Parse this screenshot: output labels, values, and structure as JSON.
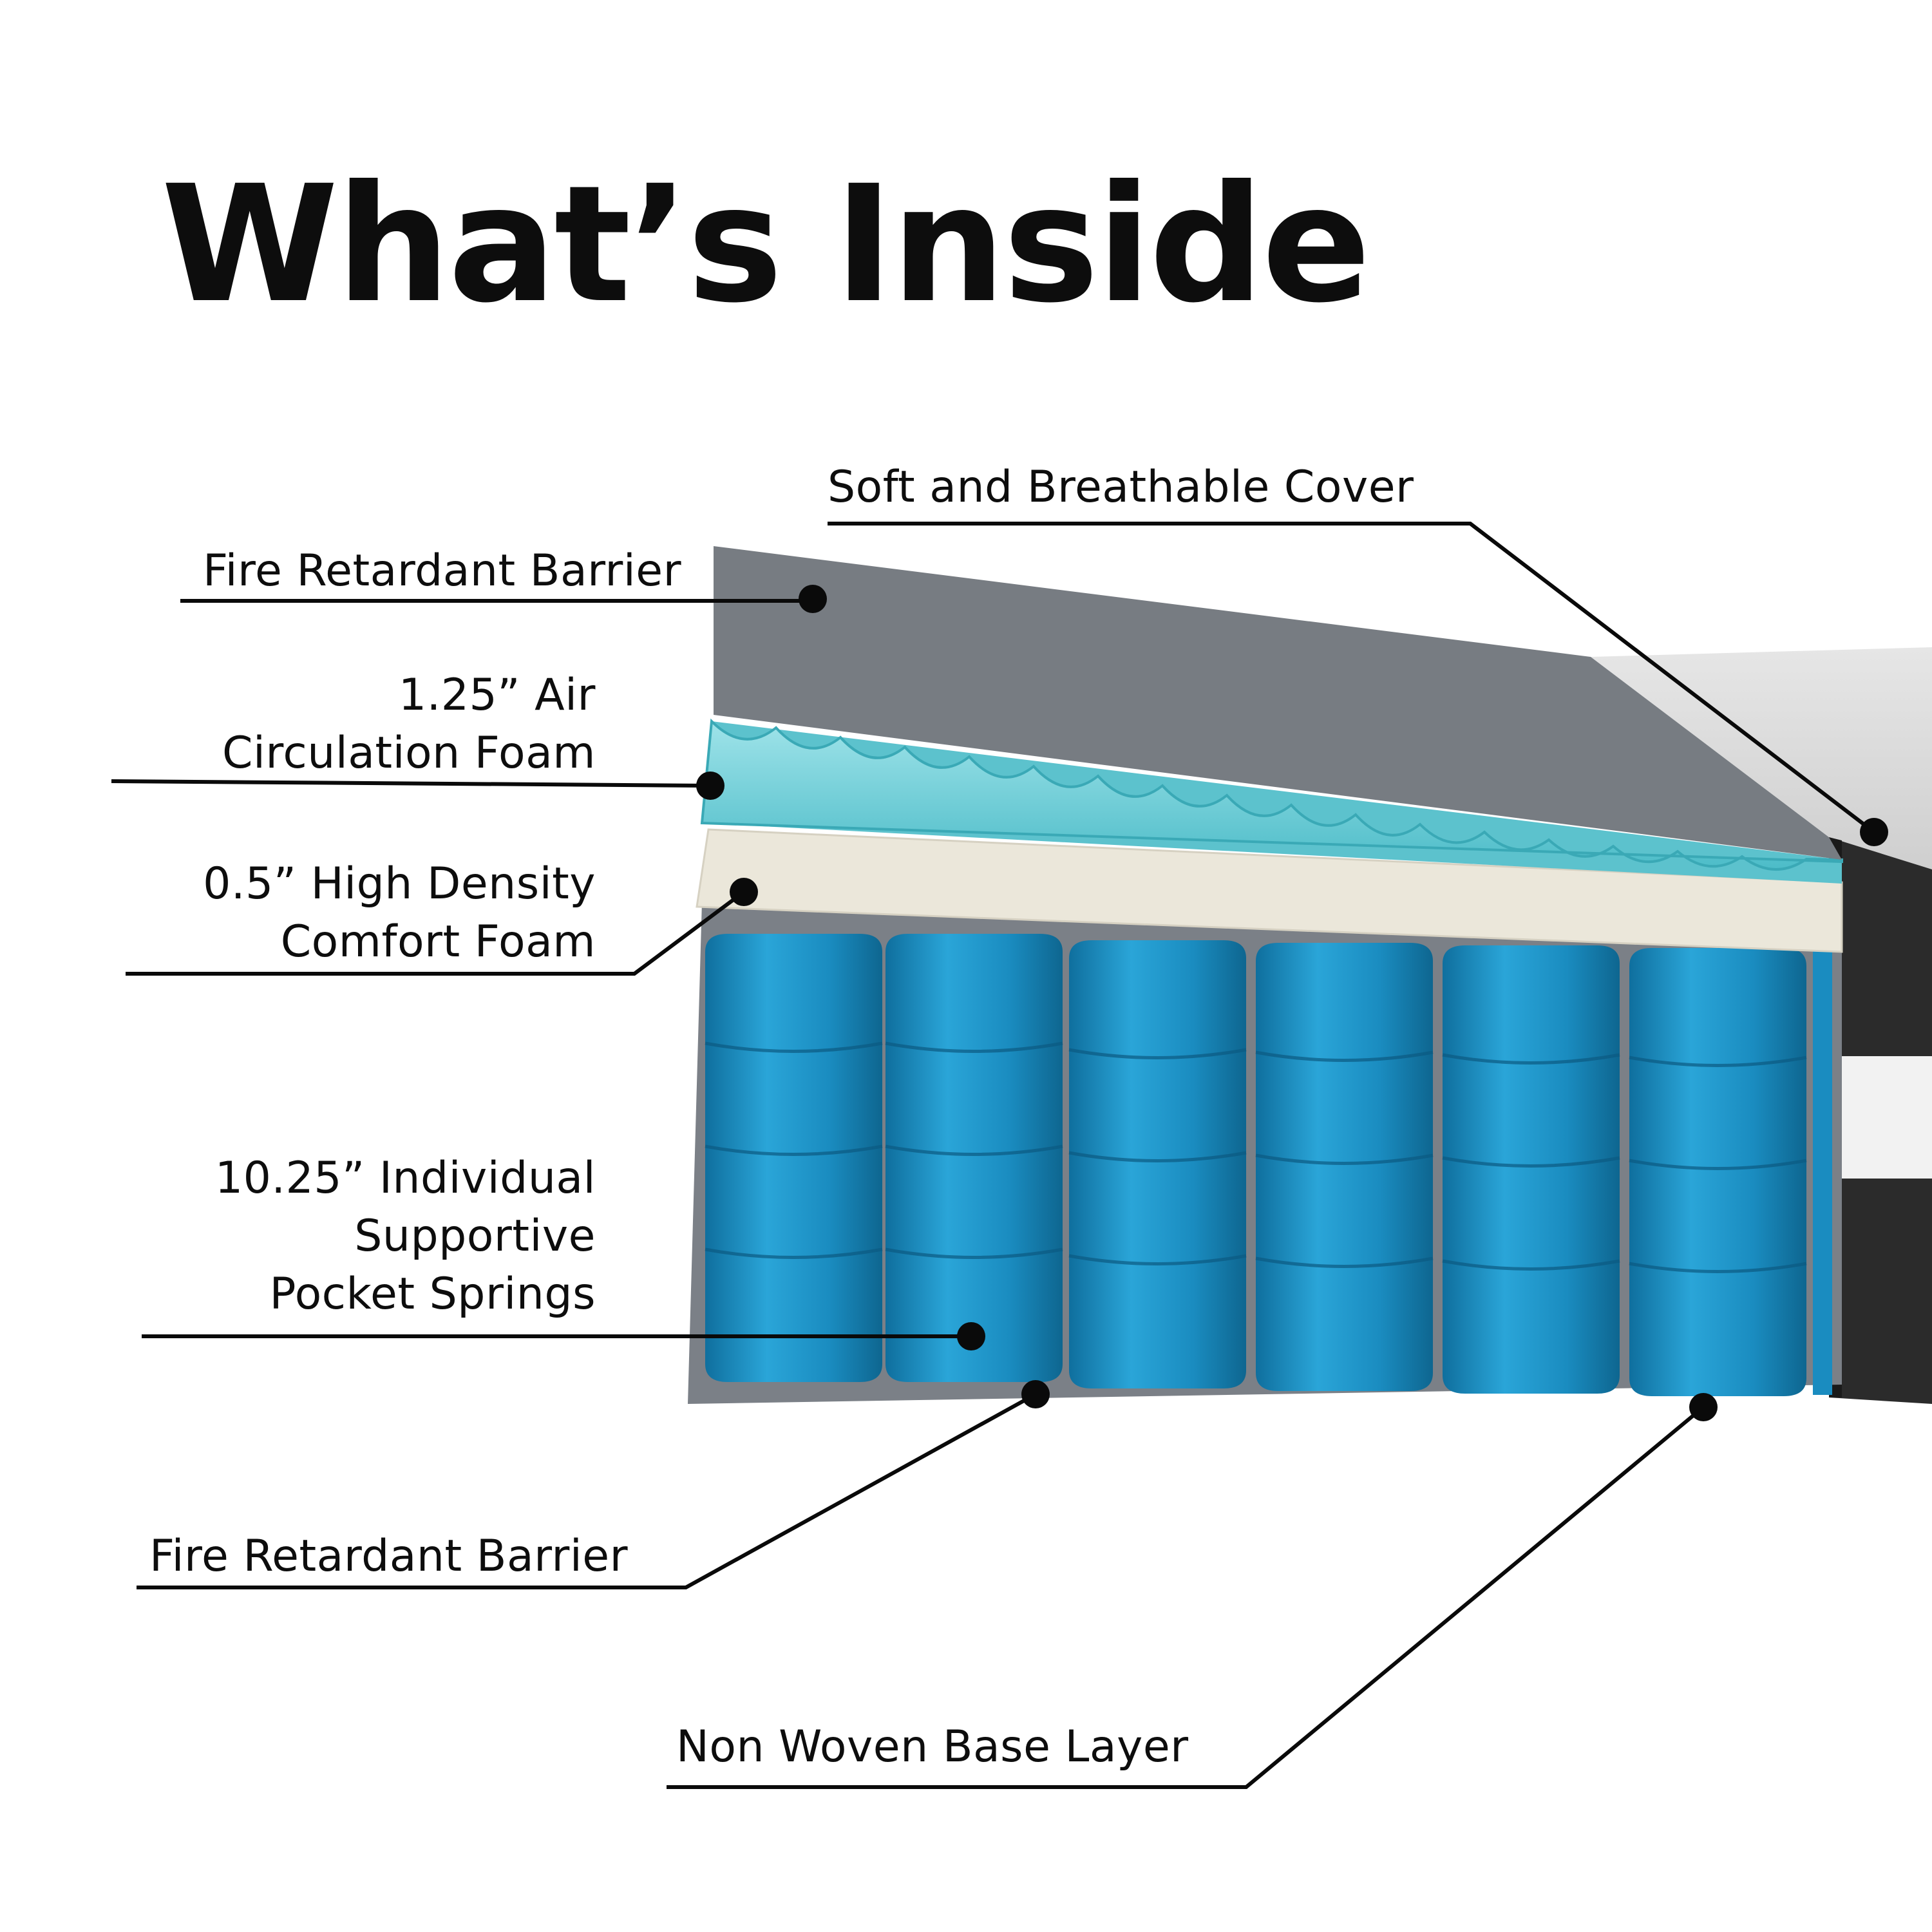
{
  "title": "What’s Inside",
  "labels": {
    "cover": "Soft and Breathable Cover",
    "fire_top": "Fire Retardant Barrier",
    "air_foam_line1": "1.25” Air",
    "air_foam_line2": "Circulation Foam",
    "comfort_line1": "0.5” High Density",
    "comfort_line2": "Comfort Foam",
    "springs_line1": "10.25” Individual",
    "springs_line2": "Supportive",
    "springs_line3": "Pocket Springs",
    "fire_bottom": "Fire Retardant Barrier",
    "base": "Non Woven Base Layer"
  },
  "colors": {
    "barrier": "#777c82",
    "air_foam": "#6ecfd8",
    "comfort_foam": "#ece8dc",
    "springs": "#1a90c4",
    "cover_side": "#2a2a2a"
  }
}
